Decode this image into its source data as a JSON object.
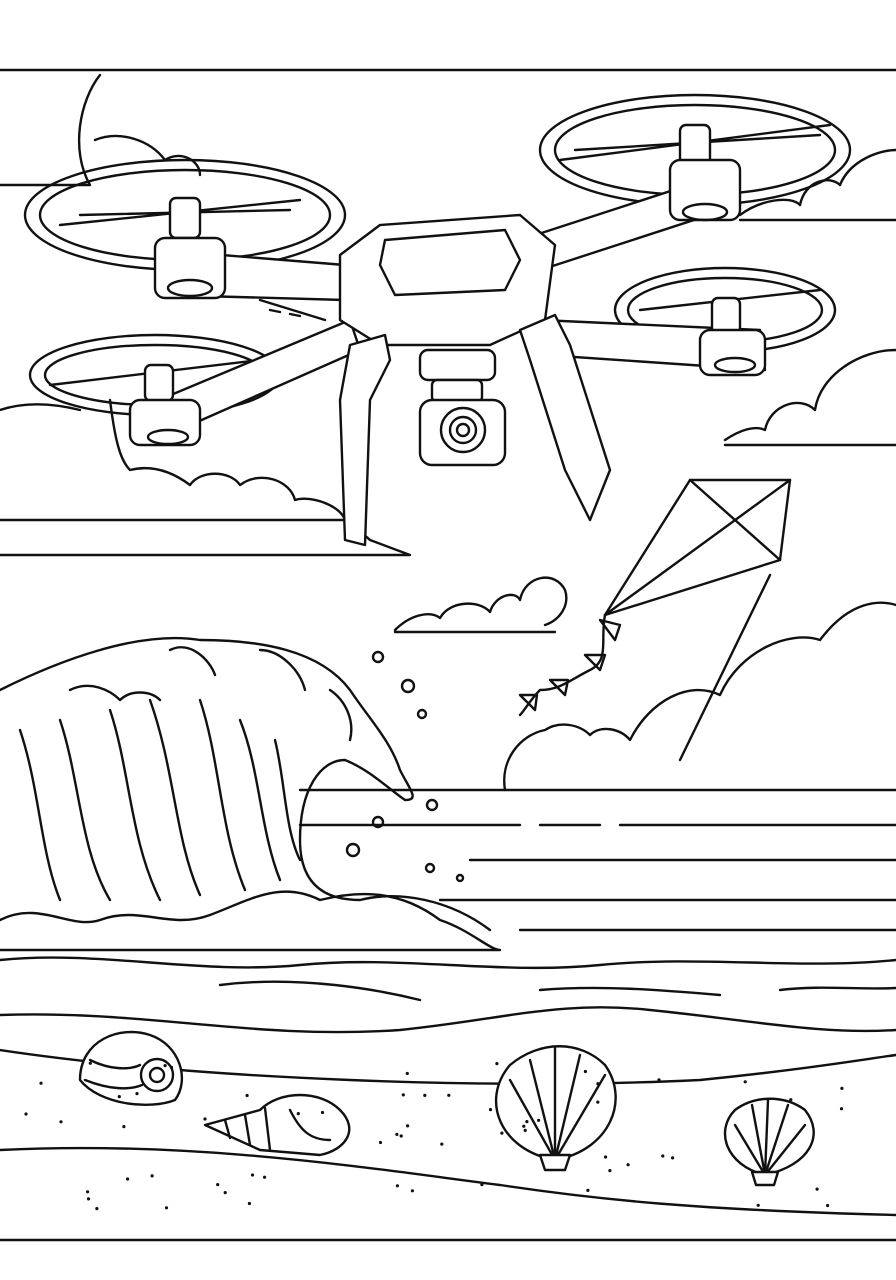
{
  "illustration": {
    "kind": "coloring-page",
    "subjects": [
      "drone",
      "kite",
      "clouds",
      "ocean-wave",
      "sea",
      "beach",
      "seashells"
    ],
    "colors": {
      "line": "#111111",
      "background": "#ffffff"
    }
  }
}
